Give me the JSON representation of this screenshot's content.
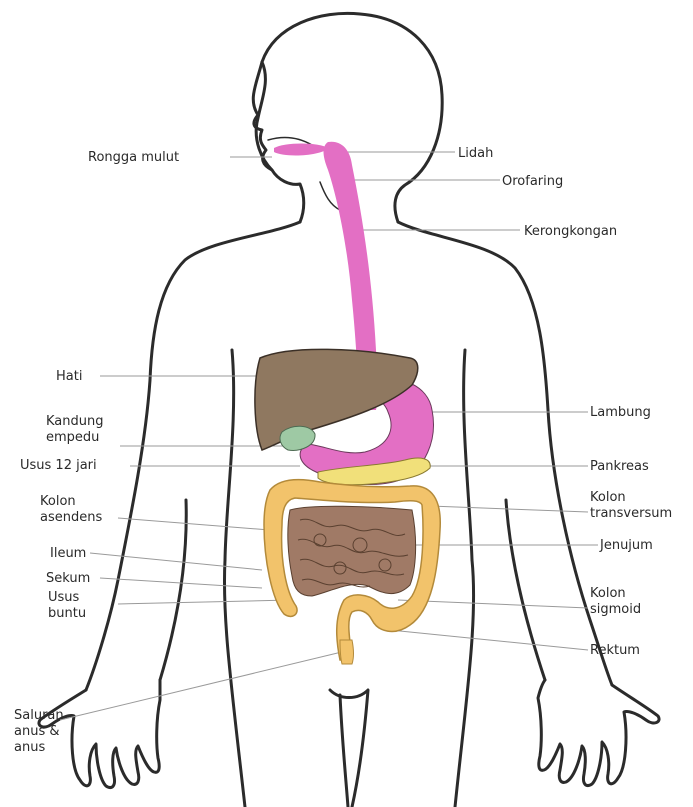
{
  "labels": {
    "rongga_mulut": "Rongga mulut",
    "lidah": "Lidah",
    "orofaring": "Orofaring",
    "kerongkongan": "Kerongkongan",
    "hati": "Hati",
    "lambung": "Lambung",
    "kandung_empedu": "Kandung\nempedu",
    "usus_12_jari": "Usus 12 jari",
    "pankreas": "Pankreas",
    "kolon_asendens": "Kolon\nasendens",
    "kolon_transversum": "Kolon\ntransversum",
    "jenujum": "Jenujum",
    "ileum": "Ileum",
    "sekum": "Sekum",
    "usus_buntu": "Usus\nbuntu",
    "kolon_sigmoid": "Kolon\nsigmoid",
    "rektum": "Rektum",
    "saluran_anus": "Saluran\nanus &\nanus"
  },
  "colors": {
    "outline": "#2b2b2b",
    "esophagus_stomach": "#e36fc4",
    "liver": "#8f7860",
    "colon": "#f2c36b",
    "small_intestine": "#a07a66",
    "gallbladder": "#9ec9a4",
    "pancreas": "#f1e07a",
    "leader_line": "#9a9a9a"
  }
}
